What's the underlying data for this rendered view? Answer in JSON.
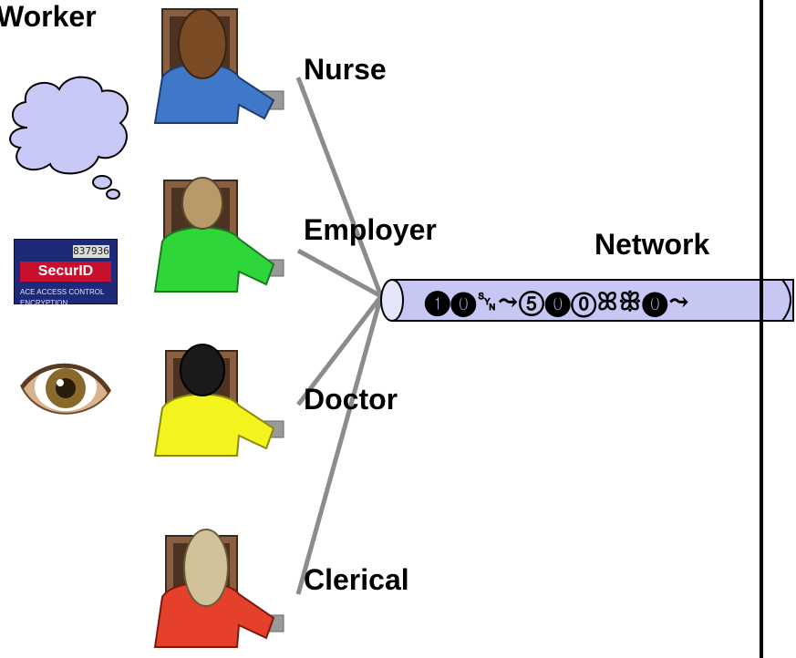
{
  "labels": {
    "worker": "Worker",
    "network": "Network"
  },
  "roles": [
    "Nurse",
    "Employer",
    "Doctor",
    "Clerical"
  ],
  "pipe_glyphs": "❶⓿␖⤳⑤⓿⓪ꕤꕥ⓿⤳",
  "securid": {
    "display": "837936",
    "brand": "SecurID",
    "footer": "ACE ACCESS CONTROL ENCRYPTION"
  },
  "colors": {
    "pipe_fill": "#c7c7f3",
    "lines": "#8c8c8c",
    "nurse": "#3f78c9",
    "employer": "#2fd63a",
    "doctor": "#f3f31d",
    "clerical": "#e5402a",
    "cloud": "#c9c9f7"
  },
  "icons": {
    "thought": "thought-cloud-icon",
    "eye": "eye-icon",
    "token": "securid-token-icon"
  }
}
